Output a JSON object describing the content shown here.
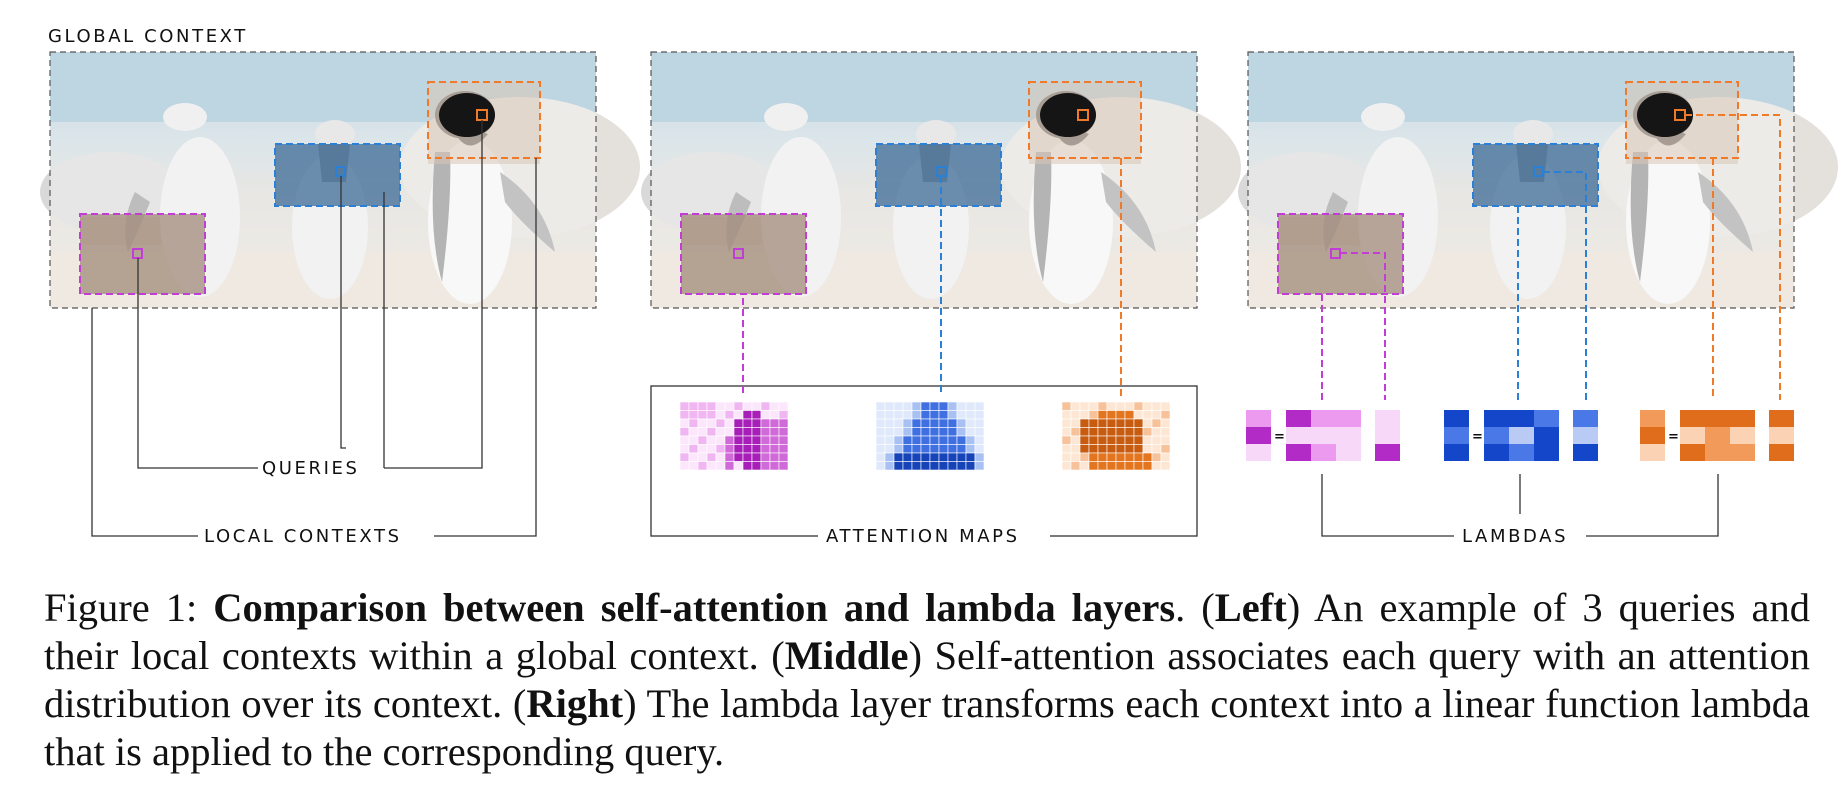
{
  "figure": {
    "labels": {
      "global_context": "GLOBAL CONTEXT",
      "queries": "QUERIES",
      "local_contexts": "LOCAL CONTEXTS",
      "attention_maps": "ATTENTION MAPS",
      "lambdas": "LAMBDAS"
    },
    "equals_sign": "=",
    "colors": {
      "magenta": "#c23cd6",
      "blue": "#2a7fd6",
      "orange": "#f07a28",
      "frame": "#555555",
      "line": "#444444"
    }
  },
  "caption": {
    "figure_label": "Figure 1:",
    "title": "Comparison between self-attention and lambda layers",
    "title_end": ". (",
    "left_label": "Left",
    "left_text": ") An example of 3 queries and their local contexts within a global context. (",
    "middle_label": "Middle",
    "middle_text": ") Self-attention associates each query with an attention distribution over its context. (",
    "right_label": "Right",
    "right_text": ") The lambda layer transforms each context into a linear function lambda that is applied to the corresponding query."
  }
}
